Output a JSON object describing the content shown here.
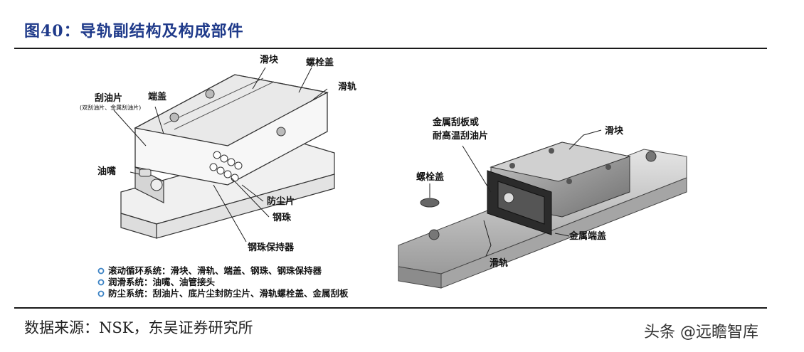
{
  "title": "图40：导轨副结构及构成部件",
  "source": "数据来源：NSK，东吴证券研究所",
  "watermark": "头条 @远瞻智库",
  "left_labels": {
    "slider": "滑块",
    "bolt_cap": "螺栓盖",
    "rail": "滑轨",
    "scraper": "刮油片",
    "scraper_note": "(双刮油片、金属刮油片)",
    "end_cap": "端盖",
    "grease_nipple": "油嘴",
    "dust_seal": "防尘片",
    "ball": "钢珠",
    "ball_retainer": "钢珠保持器"
  },
  "legend": [
    "滚动循环系统：滑块、滑轨、端盖、钢珠、钢珠保持器",
    "润滑系统：油嘴、油管接头",
    "防尘系统：刮油片、底片尘封防尘片、滑轨螺栓盖、金属刮板"
  ],
  "right_labels": {
    "metal_scraper_1": "金属刮板或",
    "metal_scraper_2": "耐高温刮油片",
    "slider": "滑块",
    "bolt_cap": "螺栓盖",
    "metal_end_cap": "金属端盖",
    "rail": "滑轨"
  },
  "colors": {
    "title": "#1f3a8a",
    "legend_bullet": "#3b82c4"
  }
}
